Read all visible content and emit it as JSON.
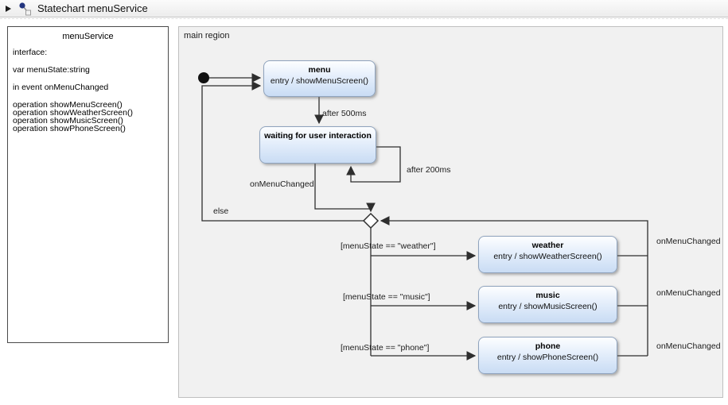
{
  "header": {
    "title": "Statechart menuService"
  },
  "icons": {
    "expand_caret": "triangle-right",
    "statechart": "statechart-node-icon"
  },
  "interface_panel": {
    "title": "menuService",
    "lines": [
      "interface:",
      "var menuState:string",
      "in event onMenuChanged",
      "operation showMenuScreen()",
      "operation showWeatherScreen()",
      "operation showMusicScreen()",
      "operation showPhoneScreen()"
    ]
  },
  "region": {
    "label": "main region",
    "states": {
      "menu": {
        "title": "menu",
        "entry": "entry / showMenuScreen()"
      },
      "waiting": {
        "title": "waiting for user interaction"
      },
      "weather": {
        "title": "weather",
        "entry": "entry / showWeatherScreen()"
      },
      "music": {
        "title": "music",
        "entry": "entry / showMusicScreen()"
      },
      "phone": {
        "title": "phone",
        "entry": "entry / showPhoneScreen()"
      }
    },
    "transitions": {
      "after500": "after 500ms",
      "after200": "after 200ms",
      "on_menu_changed": "onMenuChanged",
      "else_label": "else",
      "guard_weather": "[menuState == \"weather\"]",
      "guard_music": "[menuState == \"music\"]",
      "guard_phone": "[menuState == \"phone\"]",
      "return_weather": "onMenuChanged",
      "return_music": "onMenuChanged",
      "return_phone": "onMenuChanged"
    }
  }
}
